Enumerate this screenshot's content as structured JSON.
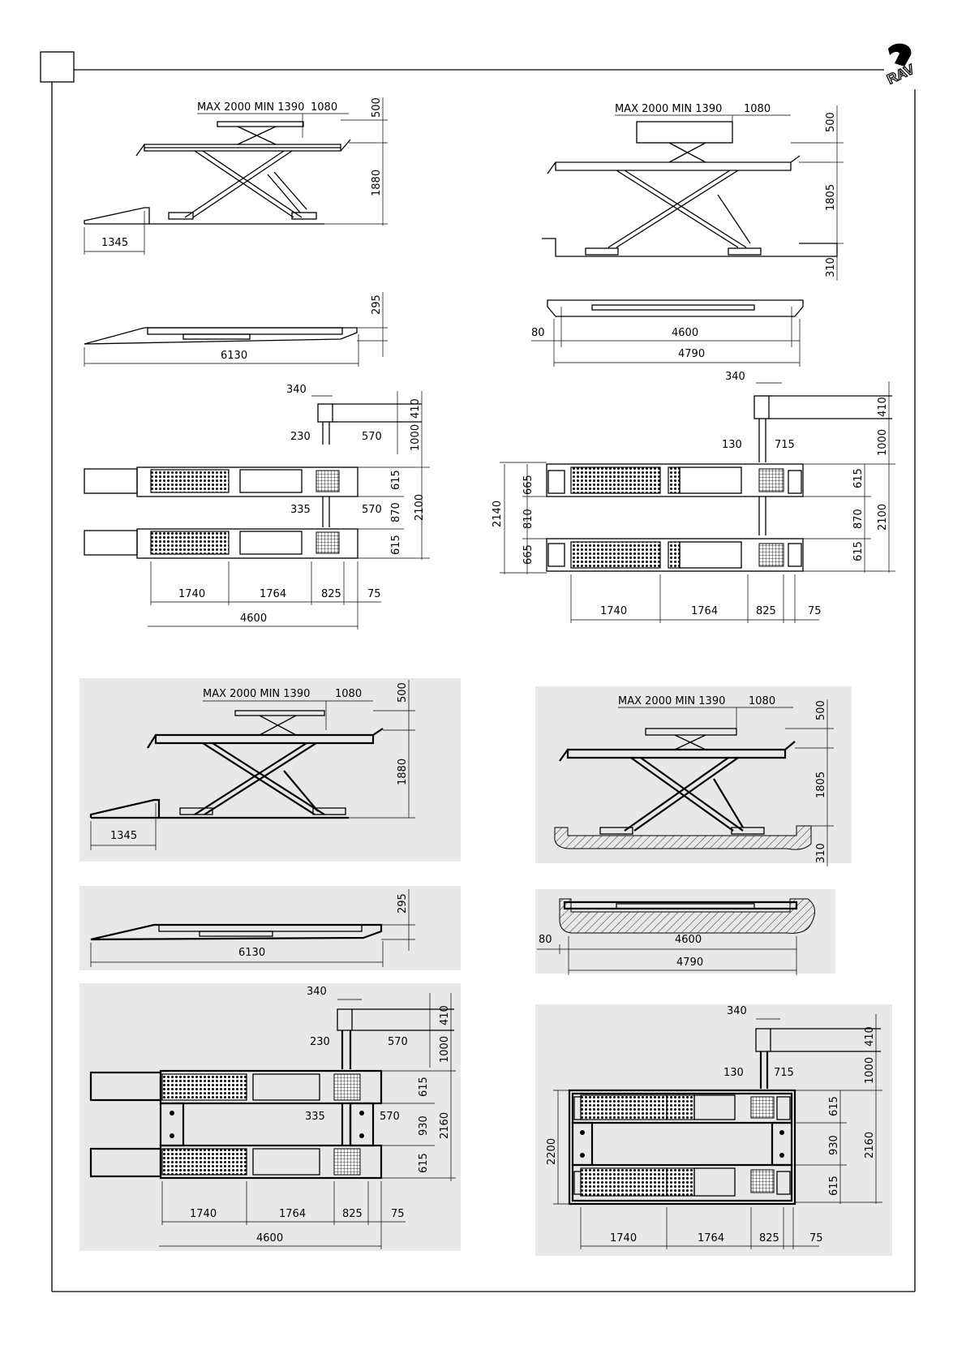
{
  "brand": {
    "logo_text": "RAV"
  },
  "dims": {
    "max_min": "MAX  2000  MIN  1390",
    "l1080": "1080",
    "l500": "500",
    "l1880": "1880",
    "l1805": "1805",
    "l310": "310",
    "l1345": "1345",
    "l295": "295",
    "l6130": "6130",
    "l80": "80",
    "l4600": "4600",
    "l4790": "4790",
    "l340": "340",
    "l410": "410",
    "l1000": "1000",
    "l230": "230",
    "l570": "570",
    "l130": "130",
    "l715": "715",
    "l615": "615",
    "l870": "870",
    "l930": "930",
    "l2100": "2100",
    "l2160": "2160",
    "l335": "335",
    "l665": "665",
    "l810": "810",
    "l2140": "2140",
    "l2200": "2200",
    "l1740": "1740",
    "l1764": "1764",
    "l825": "825",
    "l75": "75"
  }
}
